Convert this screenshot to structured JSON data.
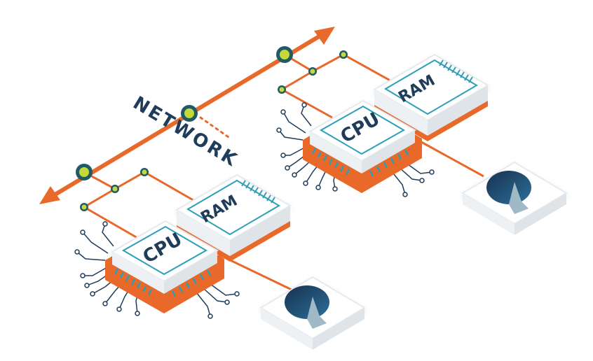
{
  "network_label": "NETWORK",
  "nodes": [
    {
      "cpu_label": "CPU",
      "ram_label": "RAM"
    },
    {
      "cpu_label": "CPU",
      "ram_label": "RAM"
    }
  ],
  "colors": {
    "network_line": "#e8692a",
    "chip_face": "#ffffff",
    "chip_border": "#2b9fb8",
    "chip_pins": "#2b9fb8",
    "label_text": "#1f3d5a",
    "node_ring": "#1f5a66",
    "node_fill": "#c6d93a",
    "disk": "#1f4f7a"
  }
}
